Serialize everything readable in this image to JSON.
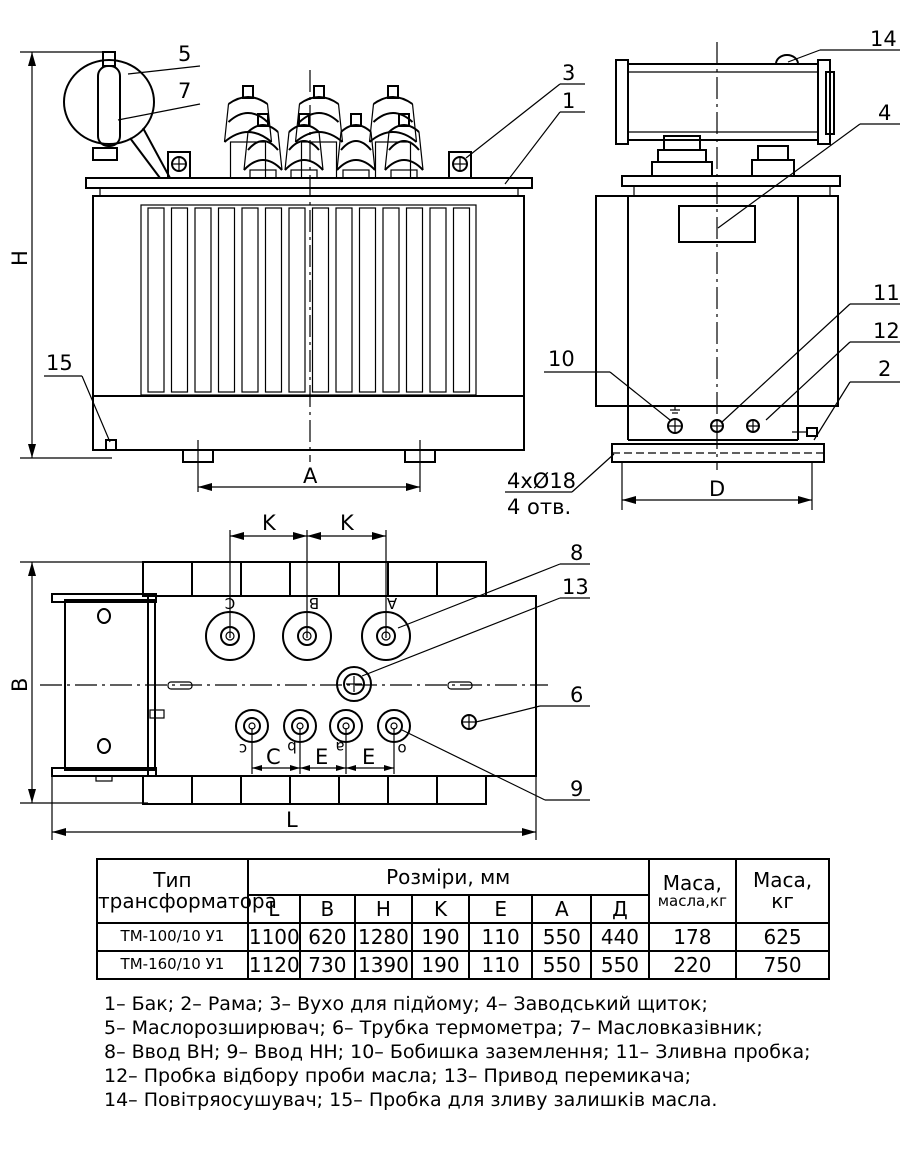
{
  "callouts": {
    "n1": "1",
    "n2": "2",
    "n3": "3",
    "n4": "4",
    "n5": "5",
    "n6": "6",
    "n7": "7",
    "n8": "8",
    "n9": "9",
    "n10": "10",
    "n11": "11",
    "n12": "12",
    "n13": "13",
    "n14": "14",
    "n15": "15"
  },
  "dimensions": {
    "H": "H",
    "A": "A",
    "D": "D",
    "B": "B",
    "L": "L",
    "K": "K",
    "E": "E",
    "C": "C"
  },
  "holes": {
    "line1": "4xØ18",
    "line2": "4 отв."
  },
  "terminals": {
    "hv": [
      "C",
      "B",
      "A"
    ],
    "lv": [
      "c",
      "b",
      "a",
      "o"
    ]
  },
  "table": {
    "header_type_1": "Тип",
    "header_type_2": "трансформатора",
    "header_dims": "Розміри, мм",
    "header_oil_mass_1": "Маса,",
    "header_oil_mass_2": "масла,кг",
    "header_mass_1": "Маса,",
    "header_mass_2": "кг",
    "columns": [
      "L",
      "B",
      "H",
      "K",
      "E",
      "A",
      "Д"
    ],
    "rows": [
      {
        "type": "ТМ-100/10 У1",
        "L": "1100",
        "B": "620",
        "H": "1280",
        "K": "190",
        "E": "110",
        "A": "550",
        "D": "440",
        "oil": "178",
        "mass": "625"
      },
      {
        "type": "ТМ-160/10 У1",
        "L": "1120",
        "B": "730",
        "H": "1390",
        "K": "190",
        "E": "110",
        "A": "550",
        "D": "550",
        "oil": "220",
        "mass": "750"
      }
    ]
  },
  "legend": [
    "1– Бак; 2– Рама; 3– Вухо для підйому; 4– Заводський щиток;",
    "5– Маслорозширювач; 6– Трубка термометра; 7– Масловказівник;",
    "8– Ввод ВН; 9– Ввод НН; 10– Бобишка заземлення; 11– Зливна пробка;",
    "12– Пробка відбору проби масла; 13– Привод перемикача;",
    "14– Повітряосушувач; 15– Пробка для зливу залишків масла."
  ]
}
